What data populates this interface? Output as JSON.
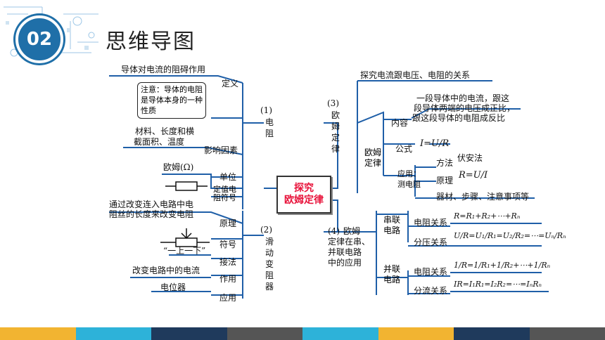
{
  "header": {
    "section_number": "02",
    "title": "思维导图"
  },
  "center": {
    "line1": "探究",
    "line2": "欧姆定律"
  },
  "branch1": {
    "label_num": "(1)",
    "label": "电阻",
    "definition": "定义",
    "definition_text": "导体对电流的阻碍作用",
    "note": "注意：导体的电阻是导体本身的一种性质",
    "factors_text1": "材料、长度和横",
    "factors_text2": "截面积、温度",
    "factors": "影响因素",
    "unit": "单位",
    "unit_text": "欧姆(Ω)",
    "symbol": "定值电阻符号"
  },
  "branch2": {
    "label_num": "(2)",
    "label": "滑动变阻器",
    "principle": "原理",
    "principle_text1": "通过改变连入电路中电",
    "principle_text2": "阻丝的长度来改变电阻",
    "symbol": "符号",
    "wiring": "接法",
    "wiring_text": "“一上一下”",
    "function": "作用",
    "function_text": "改变电路中的电流",
    "application": "应用",
    "application_text": "电位器"
  },
  "branch3": {
    "label_num": "(3)",
    "label": "欧姆定律",
    "explore": "探究电流跟电压、电阻的关系",
    "sub": "欧姆定律",
    "content": "内容",
    "content_text1": "一段导体中的电流，跟这",
    "content_text2": "段导体两端的电压成正比，",
    "content_text3": "跟这段导体的电阻成反比",
    "formula": "公式",
    "formula_text": "I=U/R",
    "application": "应用：测电阻",
    "method": "方法",
    "method_text": "伏安法",
    "principle": "原理",
    "principle_text": "R=U/I",
    "equipment": "器材、步骤、注意事项等"
  },
  "branch4": {
    "label_num": "(4)",
    "label1": "欧姆",
    "label2": "定律在串、",
    "label3": "并联电路",
    "label4": "中的应用",
    "series": "串联电路",
    "parallel": "并联电路",
    "series_resistance": "电阻关系",
    "series_resistance_eq": "R=R₁+R₂+⋯+Rₙ",
    "series_voltage": "分压关系",
    "series_voltage_eq": "U/R=U₁/R₁=U₂/R₂=⋯=Uₙ/Rₙ",
    "parallel_resistance": "电阻关系",
    "parallel_resistance_eq": "1/R=1/R₁+1/R₂+⋯+1/Rₙ",
    "parallel_current": "分流关系",
    "parallel_current_eq": "IR=I₁R₁=I₂R₂=⋯=IₙRₙ"
  },
  "colors": {
    "line": "#1f5fa8",
    "accent": "#e8123a",
    "footer": [
      "#f2b431",
      "#2db2d9",
      "#1f3a5c",
      "#555555",
      "#2db2d9",
      "#f2b431",
      "#1f3a5c",
      "#555555"
    ]
  }
}
